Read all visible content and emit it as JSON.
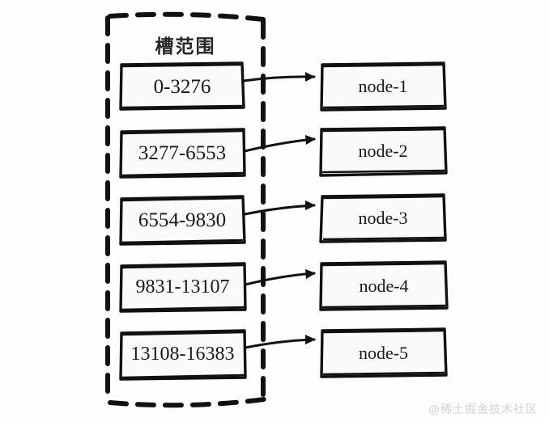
{
  "diagram": {
    "title": "槽范围",
    "background_color": "#fefefe",
    "stroke_color": "#111111",
    "box_fill_color": "#fafafa",
    "group": {
      "label": "槽范围",
      "border_style": "dashed"
    },
    "rows": [
      {
        "slot_range": "0-3276",
        "node": "node-1",
        "arrow": "→"
      },
      {
        "slot_range": "3277-6553",
        "node": "node-2",
        "arrow": "→"
      },
      {
        "slot_range": "6554-9830",
        "node": "node-3",
        "arrow": "→"
      },
      {
        "slot_range": "9831-13107",
        "node": "node-4",
        "arrow": "→"
      },
      {
        "slot_range": "13108-16383",
        "node": "node-5",
        "arrow": "→"
      }
    ]
  },
  "watermark": {
    "text": "@稀土掘金技术社区"
  }
}
